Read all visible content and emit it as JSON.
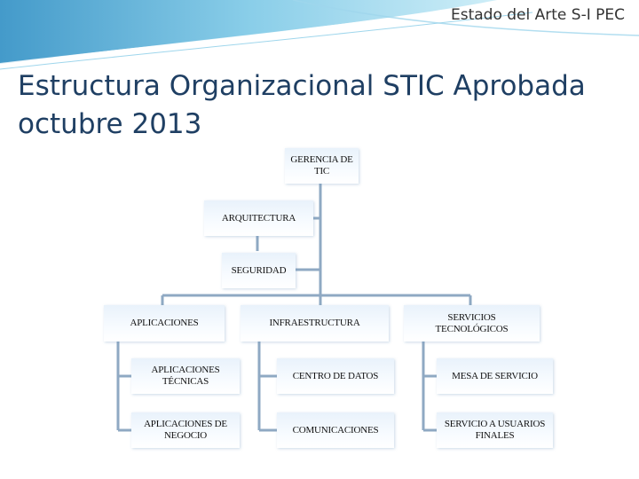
{
  "slide": {
    "corner_label": "Estado del Arte S-I PEC",
    "title": "Estructura Organizacional STIC Aprobada octubre 2013"
  },
  "org_chart": {
    "gerencia": "GERENCIA DE TIC",
    "arquitectura": "ARQUITECTURA",
    "seguridad": "SEGURIDAD",
    "divisions": [
      {
        "label": "APLICACIONES",
        "units": [
          "APLICACIONES TÉCNICAS",
          "APLICACIONES DE NEGOCIO"
        ]
      },
      {
        "label": "INFRAESTRUCTURA",
        "units": [
          "CENTRO DE DATOS",
          "COMUNICACIONES"
        ]
      },
      {
        "label": "SERVICIOS TECNOLÓGICOS",
        "units": [
          "MESA DE SERVICIO",
          "SERVICIO A USUARIOS FINALES"
        ]
      }
    ]
  },
  "colors": {
    "title": "#1f3f63",
    "connector": "#8fa9c3",
    "swoosh": "#5bb3d8"
  }
}
